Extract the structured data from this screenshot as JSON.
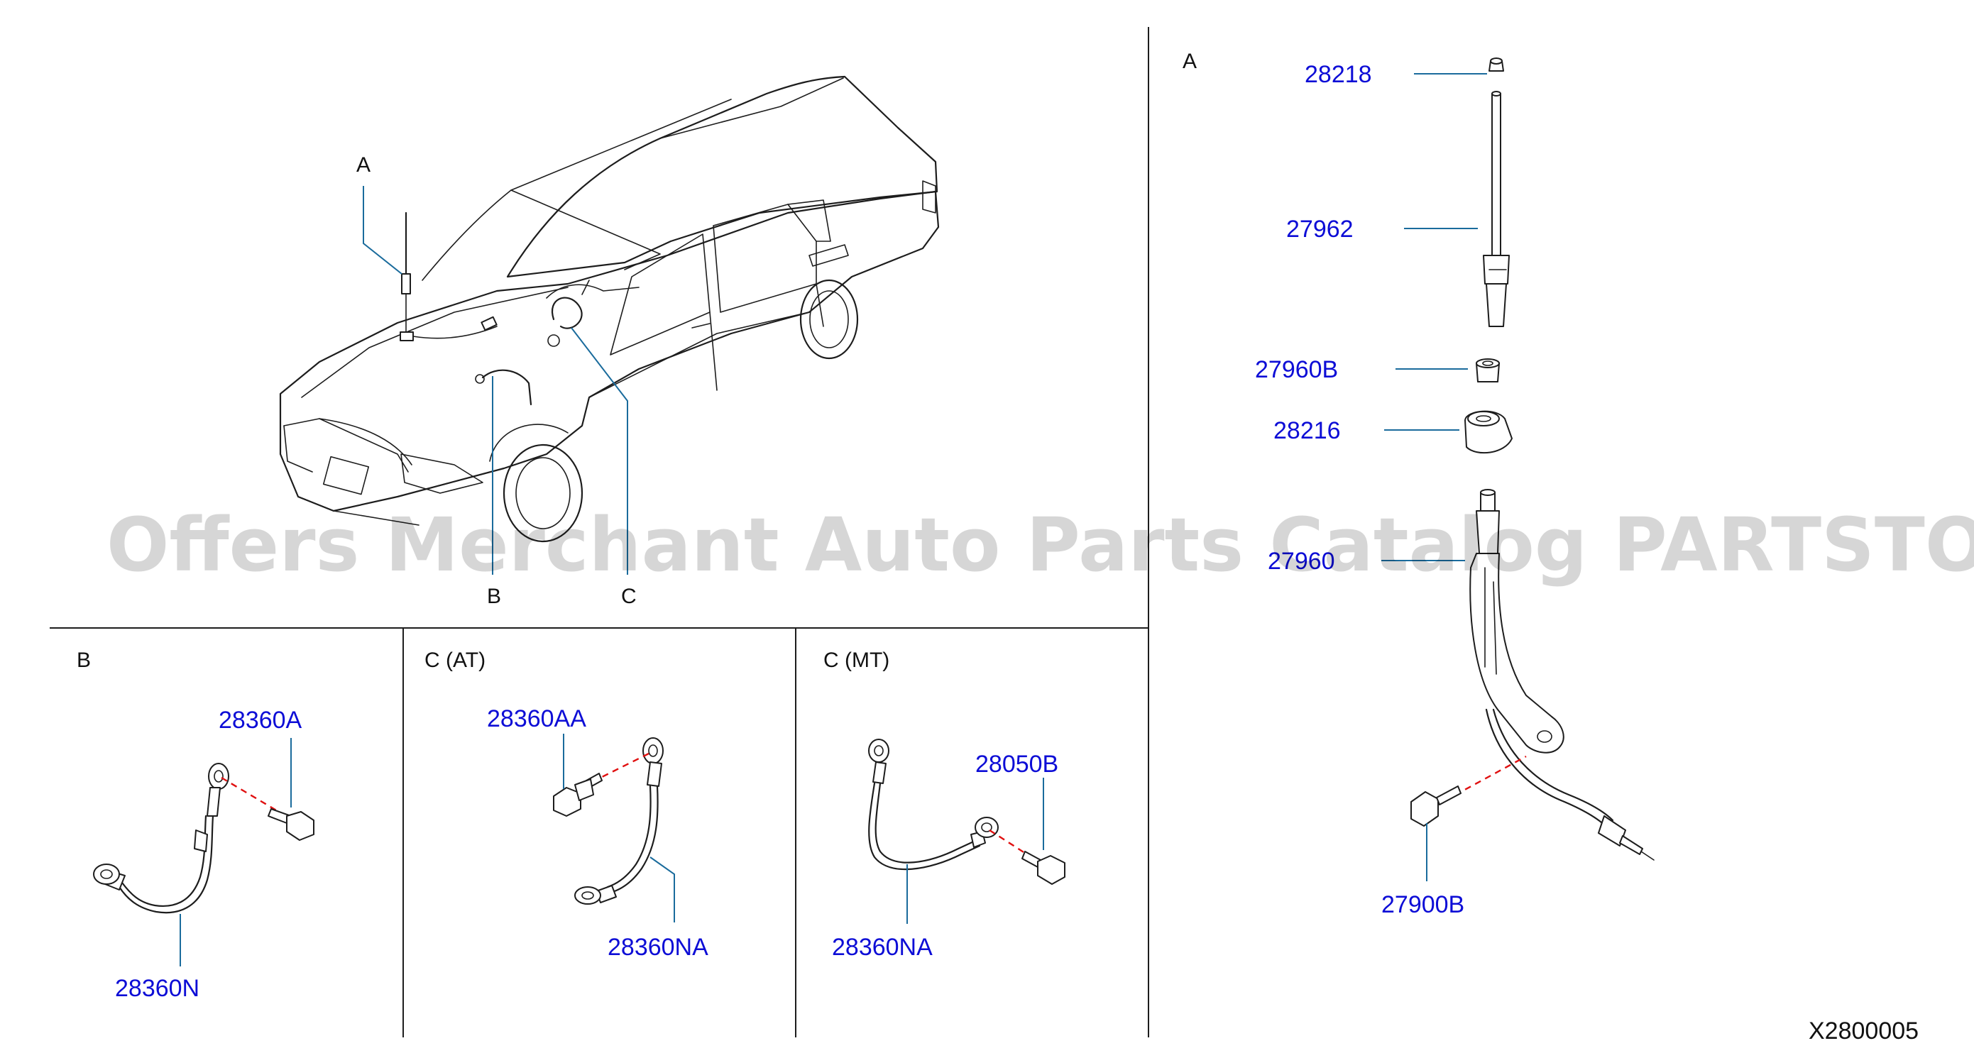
{
  "diagram": {
    "section_labels": {
      "car_callout_a": "A",
      "car_callout_b": "B",
      "car_callout_c": "C",
      "panel_a": "A",
      "panel_b": "B",
      "panel_c_at": "C  (AT)",
      "panel_c_mt": "C  (MT)"
    },
    "parts": {
      "p28218": "28218",
      "p27962": "27962",
      "p27960b": "27960B",
      "p28216": "28216",
      "p27960": "27960",
      "p27900b": "27900B",
      "p28360a": "28360A",
      "p28360n": "28360N",
      "p28360aa": "28360AA",
      "p28360na_at": "28360NA",
      "p28050b": "28050B",
      "p28360na_mt": "28360NA"
    },
    "diagram_code": "X2800005"
  },
  "watermark": "Offers Merchant Auto Parts Catalog PARTSTORE.SA",
  "colors": {
    "part_number": "#0d0dd6",
    "leader_line": "#1a6b9c",
    "alignment_dash": "#e01010",
    "line_art": "#1d1d1d",
    "background": "#ffffff"
  }
}
